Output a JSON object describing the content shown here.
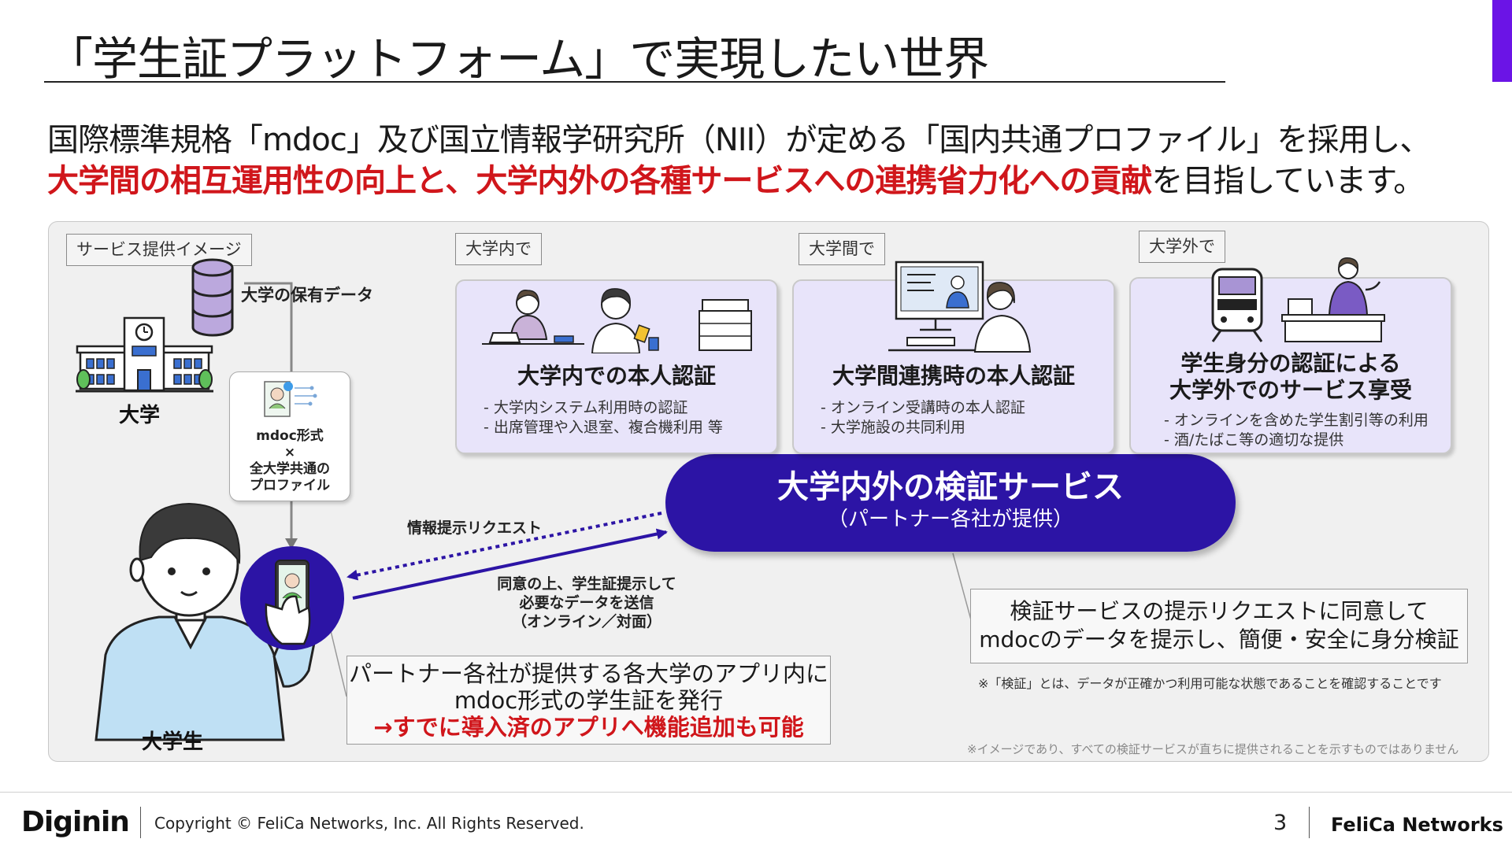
{
  "header": {
    "title": "「学生証プラットフォーム」で実現したい世界"
  },
  "lead": {
    "line1": "国際標準規格「mdoc」及び国立情報学研究所（NII）が定める「国内共通プロファイル」を採用し、",
    "line2_red": "大学間の相互運用性の向上と、大学内外の各種サービスへの連携省力化への貢献",
    "line2_rest": "を目指しています。"
  },
  "diagram": {
    "service_tag": "サービス提供イメージ",
    "university_label": "大学",
    "data_label": "大学の保有データ",
    "mdoc_card": [
      "mdoc形式",
      "×",
      "全大学共通の",
      "プロファイル"
    ],
    "student_label": "大学生",
    "request_label": "情報提示リクエスト",
    "consent_label": [
      "同意の上、学生証提示して",
      "必要なデータを送信",
      "（オンライン／対面）"
    ],
    "verify_title": "大学内外の検証サービス",
    "verify_sub": "（パートナー各社が提供）",
    "scenes": [
      {
        "tag": "大学内で",
        "title_lines": [
          "大学内での本人認証"
        ],
        "bullets": [
          "- 大学内システム利用時の認証",
          "- 出席管理や入退室、複合機利用 等"
        ]
      },
      {
        "tag": "大学間で",
        "title_lines": [
          "大学間連携時の本人認証"
        ],
        "bullets": [
          "- オンライン受講時の本人認証",
          "- 大学施設の共同利用"
        ]
      },
      {
        "tag": "大学外で",
        "title_lines": [
          "学生身分の認証による",
          "大学外でのサービス享受"
        ],
        "bullets": [
          "- オンラインを含めた学生割引等の利用",
          "- 酒/たばこ等の適切な提供"
        ]
      }
    ],
    "app_note": {
      "line1": "パートナー各社が提供する各大学のアプリ内に",
      "line2": "mdoc形式の学生証を発行",
      "line3": "→すでに導入済のアプリへ機能追加も可能"
    },
    "verify_note": {
      "line1": "検証サービスの提示リクエストに同意して",
      "line2": "mdocのデータを提示し、簡便・安全に身分検証"
    },
    "footnote1": "※「検証」とは、データが正確かつ利用可能な状態であることを確認することです",
    "footnote2": "※イメージであり、すべての検証サービスが直ちに提供されることを示すものではありません"
  },
  "footer": {
    "logo_left": "Diginin",
    "copyright": "Copyright © FeliCa Networks, Inc. All Rights Reserved.",
    "page": "3",
    "logo_right": "FeliCa Networks"
  },
  "colors": {
    "accent_purple": "#6b14e6",
    "verify_navy": "#2c14a5",
    "emphasis_red": "#d0161b",
    "card_lavender": "#e8e4fa"
  }
}
